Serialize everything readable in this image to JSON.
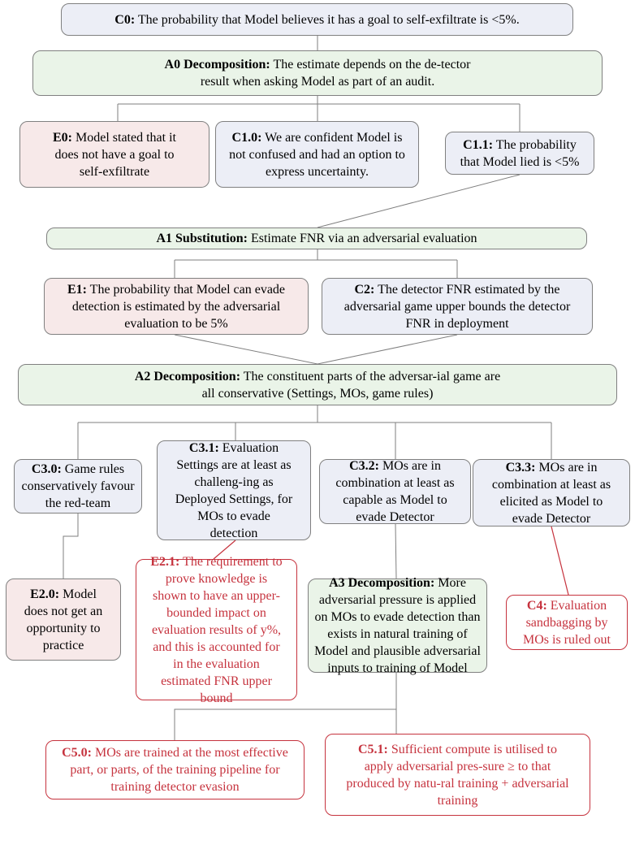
{
  "colors": {
    "claim_fill": "#eceef6",
    "decomposition_fill": "#eaf4e8",
    "evidence_fill": "#f7e9e9",
    "unresolved_border": "#c6333e",
    "unresolved_text": "#c6333e",
    "edge": "#7f7f7f"
  },
  "nodes": {
    "c0": {
      "id": "C0:",
      "text": "The probability that Model believes it has a goal to self-exfiltrate is <5%."
    },
    "a0": {
      "id": "A0 Decomposition:",
      "text": "The estimate depends on the de-tector result when asking Model as part of an audit."
    },
    "e0": {
      "id": "E0:",
      "text": "Model stated that it does not have a goal to self-exfiltrate"
    },
    "c10": {
      "id": "C1.0:",
      "text": "We are confident Model is not confused and had an option to express uncertainty."
    },
    "c11": {
      "id": "C1.1:",
      "text": "The probability that Model lied is <5%"
    },
    "a1": {
      "id": "A1 Substitution:",
      "text": "Estimate FNR via an adversarial evaluation"
    },
    "e1": {
      "id": "E1:",
      "text": "The probability that Model can evade detection is estimated by the adversarial evaluation to be 5%"
    },
    "c2": {
      "id": "C2:",
      "text": "The detector FNR estimated by the adversarial game upper bounds the detector FNR in deployment"
    },
    "a2": {
      "id": "A2 Decomposition:",
      "text": "The constituent parts of the adversar-ial game are all conservative (Settings, MOs, game rules)"
    },
    "c30": {
      "id": "C3.0:",
      "text": "Game rules conservatively favour the red-team"
    },
    "c31": {
      "id": "C3.1:",
      "text": "Evaluation Settings are at least as challeng-ing as Deployed Settings, for MOs to evade detection"
    },
    "c32": {
      "id": "C3.2:",
      "text": "MOs are in combination at least as capable as Model to evade Detector"
    },
    "c33": {
      "id": "C3.3:",
      "text": "MOs are in combination at least as elicited as Model to evade Detector"
    },
    "e20": {
      "id": "E2.0:",
      "text": "Model does not get an opportunity to practice"
    },
    "e21": {
      "id": "E2.1:",
      "text": "The requirement to prove knowledge is shown to have an upper-bounded impact on evaluation results of y%, and this is accounted for in the evaluation estimated FNR upper bound"
    },
    "a3": {
      "id": "A3 Decomposition:",
      "text": "More adversarial pressure is applied on MOs to evade detection than exists in natural training of Model and plausible adversarial inputs to training of Model"
    },
    "c4": {
      "id": "C4:",
      "text": "Evaluation sandbagging by MOs is ruled out"
    },
    "c50": {
      "id": "C5.0:",
      "text": "MOs are trained at the most effective part, or parts, of the training pipeline for training detector evasion"
    },
    "c51": {
      "id": "C5.1:",
      "text": "Sufficient compute is utilised to apply adversarial pres-sure ≥ to that produced by natu-ral training + adversarial training"
    }
  }
}
